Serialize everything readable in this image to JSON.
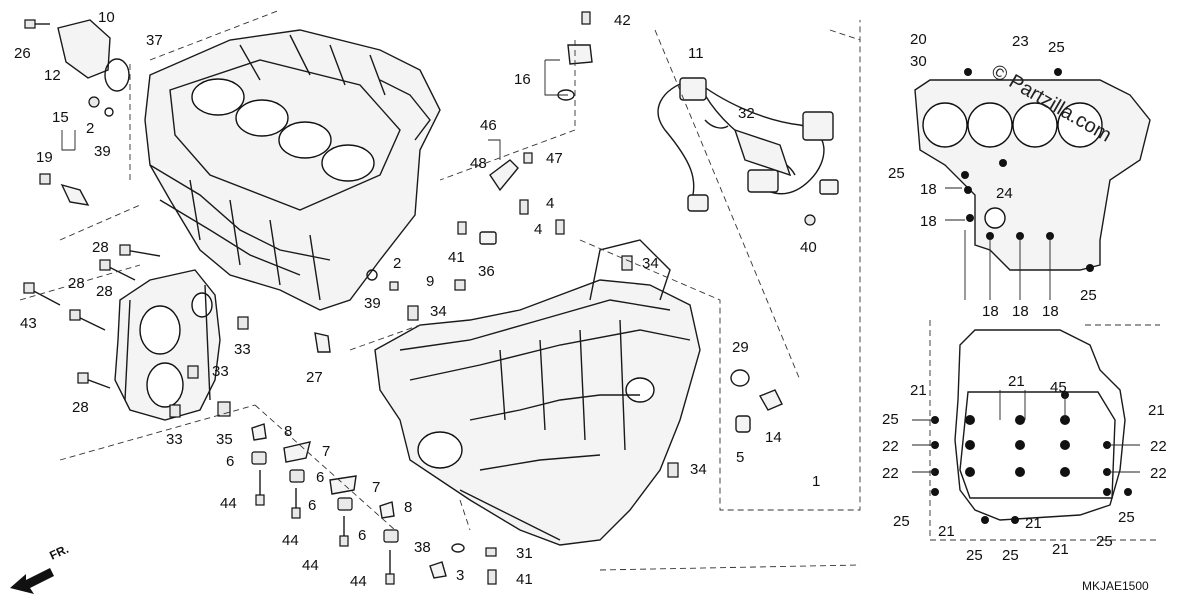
{
  "callouts": [
    "1",
    "2",
    "3",
    "4",
    "5",
    "6",
    "7",
    "8",
    "9",
    "10",
    "11",
    "12",
    "14",
    "15",
    "16",
    "18",
    "19",
    "20",
    "21",
    "22",
    "23",
    "24",
    "25",
    "26",
    "27",
    "28",
    "29",
    "30",
    "31",
    "32",
    "33",
    "34",
    "35",
    "36",
    "37",
    "38",
    "39",
    "40",
    "41",
    "42",
    "43",
    "44",
    "45",
    "46",
    "47",
    "48"
  ],
  "watermark": "© Partzilla.com",
  "diagram_code": "MKJAE1500",
  "front_marker": "FR."
}
